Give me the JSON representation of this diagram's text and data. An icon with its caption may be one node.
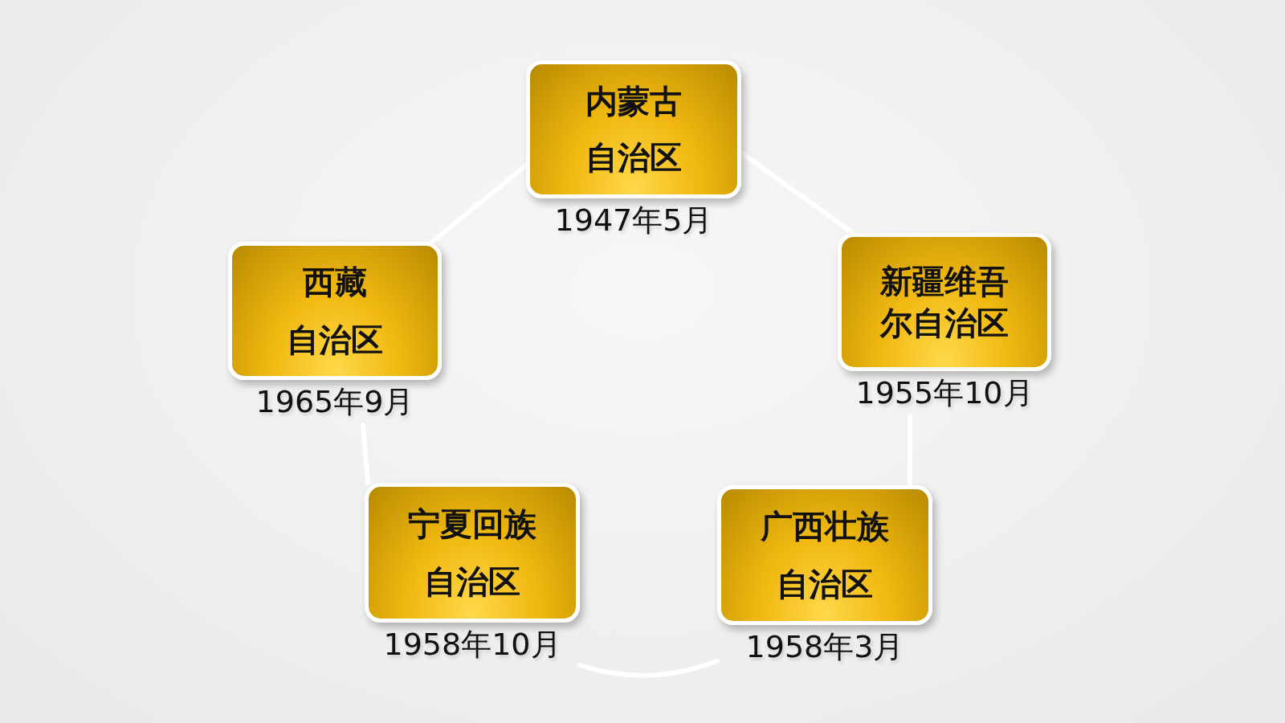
{
  "diagram": {
    "nodes": [
      {
        "text": [
          "内蒙古自治区"
        ],
        "beside": [
          "1947年5月"
        ]
      },
      {
        "text": [
          "西藏自治区"
        ],
        "beside": [
          "1965年9月"
        ]
      },
      {
        "text": [
          "新疆维吾尔自治区"
        ],
        "beside": [
          "1955年10月"
        ]
      },
      {
        "text": [
          "宁夏回族自治区"
        ],
        "beside": [
          "1958年10月"
        ]
      },
      {
        "text": [
          "广西壮族自治区"
        ],
        "beside": [
          "1958年3月"
        ]
      }
    ],
    "edges": [
      {
        "from": 1,
        "to": 0,
        "arrow": "none"
      },
      {
        "from": 0,
        "to": 2,
        "arrow": "none"
      },
      {
        "from": 2,
        "to": 4,
        "arrow": "none"
      },
      {
        "from": 4,
        "to": 3,
        "arrow": "none"
      },
      {
        "from": 3,
        "to": 1,
        "arrow": "none"
      }
    ]
  }
}
